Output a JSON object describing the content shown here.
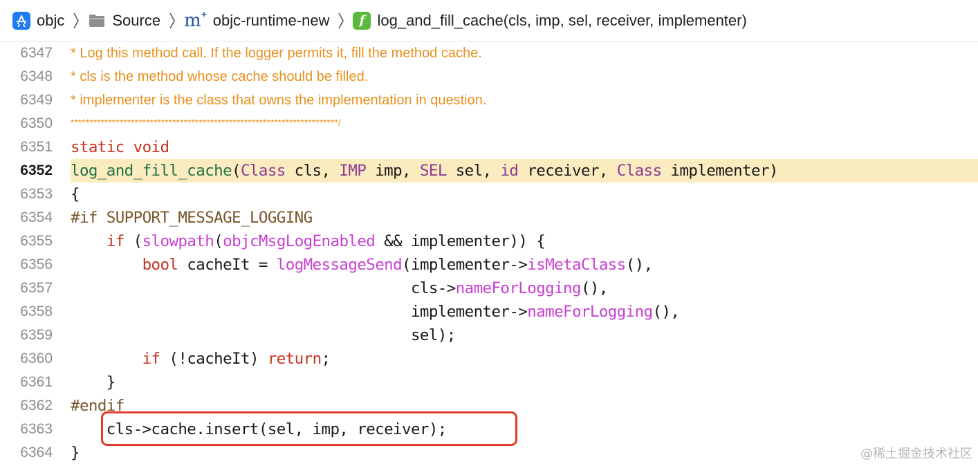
{
  "breadcrumb": [
    {
      "label": "objc",
      "icon": "app-store-icon"
    },
    {
      "label": "Source",
      "icon": "folder-icon"
    },
    {
      "label": "objc-runtime-new",
      "icon": "objc-source-file-icon"
    },
    {
      "label": "log_and_fill_cache(cls, imp, sel, receiver, implementer)",
      "icon": "function-icon"
    }
  ],
  "icon_glyphs": {
    "function": "f",
    "objc_file": "m",
    "objc_file_badge": "+"
  },
  "editor": {
    "highlighted_line": "6352",
    "lines": [
      {
        "n": "6347",
        "text": "* Log this method call. If the logger permits it, fill the method cache."
      },
      {
        "n": "6348",
        "text": "* cls is the method whose cache should be filled."
      },
      {
        "n": "6349",
        "text": "* implementer is the class that owns the implementation in question."
      },
      {
        "n": "6350",
        "text": "***********************************************************************/"
      },
      {
        "n": "6351",
        "text": "static void"
      },
      {
        "n": "6352",
        "text": "log_and_fill_cache(Class cls, IMP imp, SEL sel, id receiver, Class implementer)"
      },
      {
        "n": "6353",
        "text": "{"
      },
      {
        "n": "6354",
        "text": "#if SUPPORT_MESSAGE_LOGGING"
      },
      {
        "n": "6355",
        "text": "    if (slowpath(objcMsgLogEnabled && implementer)) {"
      },
      {
        "n": "6356",
        "text": "        bool cacheIt = logMessageSend(implementer->isMetaClass(),"
      },
      {
        "n": "6357",
        "text": "                                      cls->nameForLogging(),"
      },
      {
        "n": "6358",
        "text": "                                      implementer->nameForLogging(),"
      },
      {
        "n": "6359",
        "text": "                                      sel);"
      },
      {
        "n": "6360",
        "text": "        if (!cacheIt) return;"
      },
      {
        "n": "6361",
        "text": "    }"
      },
      {
        "n": "6362",
        "text": "#endif"
      },
      {
        "n": "6363",
        "text": "    cls->cache.insert(sel, imp, receiver);"
      },
      {
        "n": "6364",
        "text": "}"
      }
    ]
  },
  "watermark": "@稀土掘金技术社区",
  "colors": {
    "comment": "#e8901f",
    "keyword": "#c9331f",
    "type": "#8e3a93",
    "function_call": "#c83fd3",
    "preprocessor": "#7a5528",
    "declaration": "#217346",
    "highlight": "#fbecc0",
    "annotation_box": "#e23a2a"
  }
}
